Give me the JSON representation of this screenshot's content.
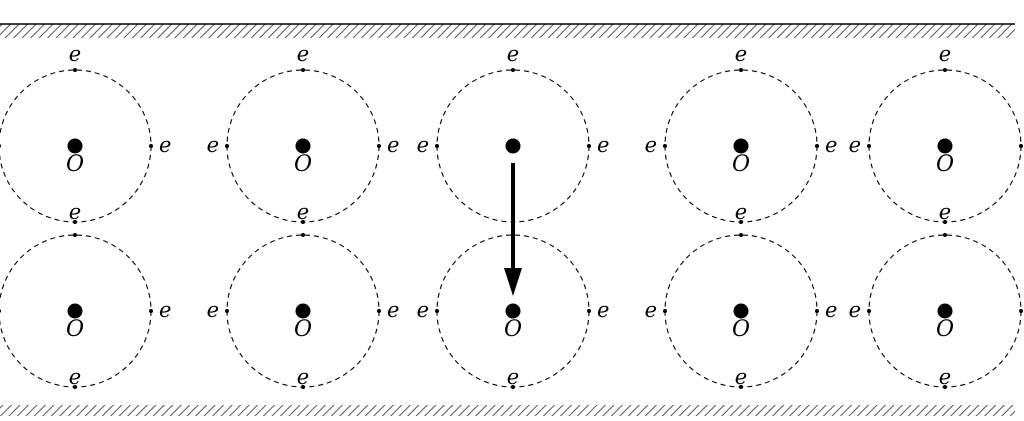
{
  "diagram": {
    "electron_label": "e",
    "nucleus_label": "O",
    "rows": [
      {
        "atoms": [
          {
            "has_nucleus_label": true,
            "label_top": true,
            "label_left": true,
            "label_right": true,
            "label_bottom": true
          },
          {
            "has_nucleus_label": true,
            "label_top": true,
            "label_left": true,
            "label_right": true,
            "label_bottom": true
          },
          {
            "has_nucleus_label": false,
            "label_top": true,
            "label_left": true,
            "label_right": true,
            "label_bottom": false
          },
          {
            "has_nucleus_label": true,
            "label_top": true,
            "label_left": true,
            "label_right": true,
            "label_bottom": true
          },
          {
            "has_nucleus_label": true,
            "label_top": true,
            "label_left": true,
            "label_right": false,
            "label_bottom": true
          }
        ]
      },
      {
        "atoms": [
          {
            "has_nucleus_label": true,
            "label_top": false,
            "label_left": true,
            "label_right": true,
            "label_bottom": true
          },
          {
            "has_nucleus_label": true,
            "label_top": false,
            "label_left": true,
            "label_right": true,
            "label_bottom": true
          },
          {
            "has_nucleus_label": true,
            "label_top": false,
            "label_left": true,
            "label_right": true,
            "label_bottom": true
          },
          {
            "has_nucleus_label": true,
            "label_top": false,
            "label_left": true,
            "label_right": true,
            "label_bottom": true
          },
          {
            "has_nucleus_label": true,
            "label_top": false,
            "label_left": true,
            "label_right": false,
            "label_bottom": true
          }
        ]
      }
    ],
    "arrow": {
      "from_row": 0,
      "to_row": 1,
      "column": 2,
      "direction": "down"
    },
    "boundaries": [
      "top",
      "bottom"
    ]
  }
}
